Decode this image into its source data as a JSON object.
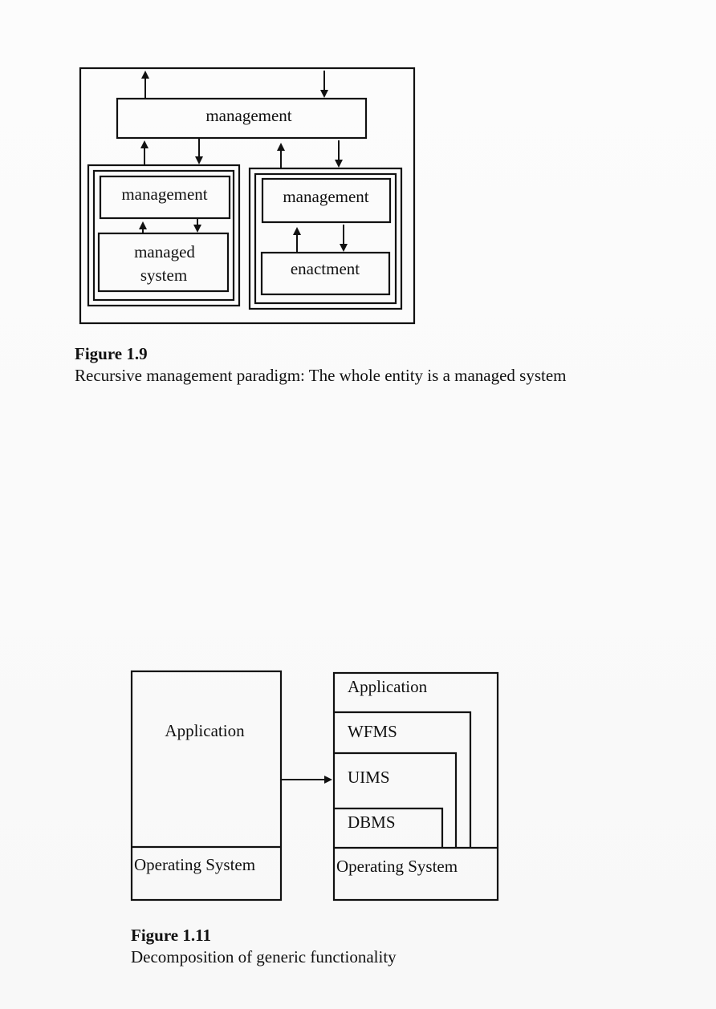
{
  "figure_1_9": {
    "label": "Figure 1.9",
    "caption": "Recursive management paradigm: The whole entity is a managed system",
    "top_box": "management",
    "left_top_box": "management",
    "left_bottom_line1": "managed",
    "left_bottom_line2": "system",
    "right_top_box": "management",
    "right_bottom_box": "enactment"
  },
  "figure_1_11": {
    "label": "Figure 1.11",
    "caption": "Decomposition of generic functionality",
    "left_application": "Application",
    "left_os": "Operating System",
    "right_application": "Application",
    "right_wfms": "WFMS",
    "right_uims": "UIMS",
    "right_dbms": "DBMS",
    "right_os": "Operating System"
  }
}
